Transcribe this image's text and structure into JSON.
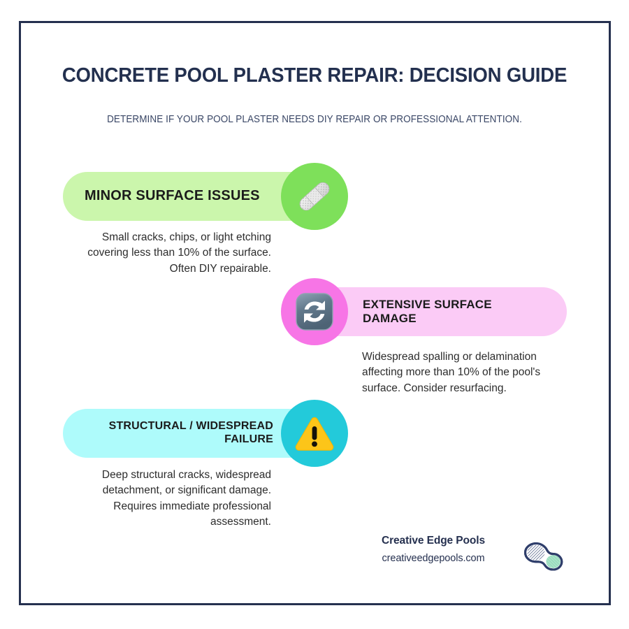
{
  "header": {
    "title": "CONCRETE POOL PLASTER REPAIR: DECISION GUIDE",
    "subtitle": "DETERMINE IF YOUR POOL PLASTER NEEDS DIY REPAIR OR PROFESSIONAL ATTENTION."
  },
  "sections": [
    {
      "label": "MINOR SURFACE ISSUES",
      "description": "Small cracks, chips, or light etching covering less than 10% of the surface. Often DIY repairable.",
      "icon": "bandage-icon",
      "pill_color": "#cbf6ac",
      "circle_color": "#7ee05a"
    },
    {
      "label": "EXTENSIVE SURFACE DAMAGE",
      "description": "Widespread spalling or delamination affecting more than 10% of the pool's surface. Consider resurfacing.",
      "icon": "refresh-icon",
      "pill_color": "#fbcbf6",
      "circle_color": "#f775e6"
    },
    {
      "label": "STRUCTURAL / WIDESPREAD FAILURE",
      "description": "Deep structural cracks, widespread detachment, or significant damage. Requires immediate professional assessment.",
      "icon": "warning-triangle-icon",
      "pill_color": "#aefbfb",
      "circle_color": "#23cada"
    }
  ],
  "footer": {
    "brand_name": "Creative Edge Pools",
    "brand_url": "creativeedgepools.com",
    "logo": "pool-peanut-logo"
  },
  "theme": {
    "frame_color": "#25304f",
    "title_color": "#23304f",
    "body_text_color": "#2c2c2c",
    "background": "#ffffff"
  }
}
